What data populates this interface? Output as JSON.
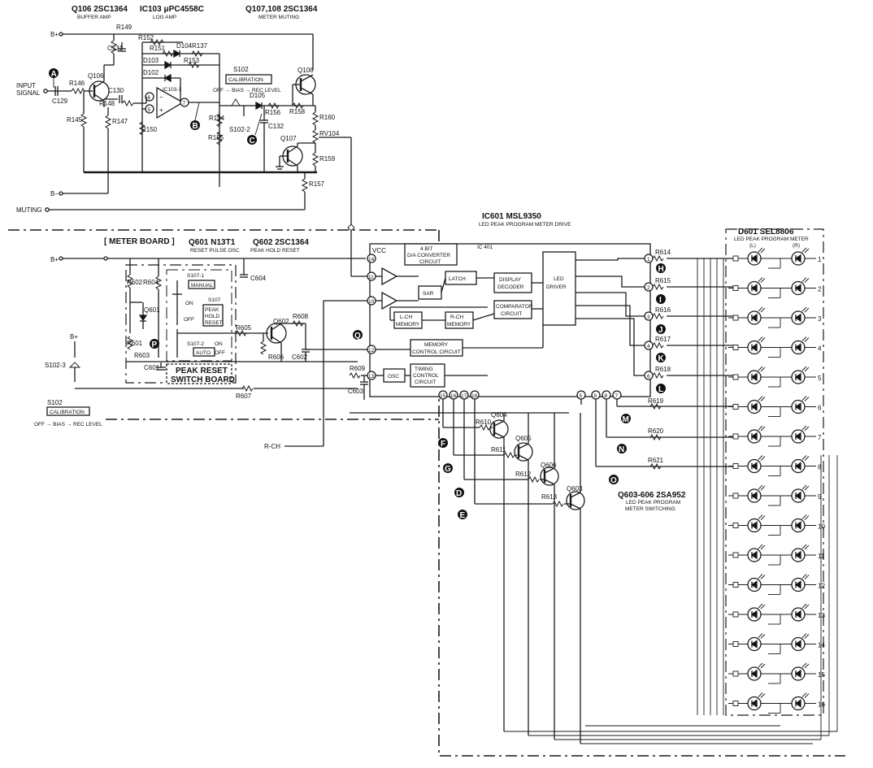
{
  "titles": {
    "q106": "Q106 2SC1364",
    "q106_sub": "BUFFER AMP",
    "ic103": "IC103 μPC4558C",
    "ic103_sub": "LOG AMP",
    "q107": "Q107,108 2SC1364",
    "q107_sub": "METER MUTING",
    "ic601": "IC601 MSL9350",
    "ic601_sub": "LED PEAK PROGRAM METER DRIVE",
    "ic401": "IC 401",
    "meter_board": "[ METER BOARD ]",
    "q601": "Q601 N13T1",
    "q601_sub": "RESET PULSE OSC",
    "q602": "Q602 2SC1364",
    "q602_sub": "PEAK HOLD RESET",
    "d601": "D601 SEL8806",
    "d601_sub": "LED PEAK PROGRAM METER",
    "q603": "Q603-606 2SA952",
    "q603_sub1": "LED PEAK PROGRAM",
    "q603_sub2": "METER SWITCHING",
    "peak_reset": "PEAK RESET",
    "switch_board": "SWITCH BOARD"
  },
  "labels": {
    "input": "INPUT",
    "signal": "SIGNAL",
    "muting": "MUTING",
    "bplus": "B+",
    "bminus": "B−",
    "rch": "R-CH",
    "vcc": "VCC",
    "calibration": "CALIBRATION",
    "cal_seq": "OFF → BIAS → REC LEVEL",
    "s102": "S102",
    "s102_2": "S102-2",
    "s102_3": "S102-3",
    "s107_1": "S107-1",
    "s107_2": "S107-2",
    "s107": "S107",
    "manual": "MANUAL",
    "auto": "AUTO",
    "on": "ON",
    "off": "OFF",
    "peak": "PEAK",
    "hold": "HOLD",
    "reset": "RESET",
    "left": "(L)",
    "right": "(R)"
  },
  "blocks": {
    "da1": "4 BIT",
    "da2": "D/A CONVERTER",
    "da3": "CIRCUIT",
    "latch": "LATCH",
    "sar": "SAR",
    "dd1": "DISPLAY",
    "dd2": "DECODER",
    "led1": "LED",
    "led2": "DRIVER",
    "cmp1": "COMPARATOR",
    "cmp2": "CIRCUIT",
    "lch1": "L-CH",
    "lch2": "MEMORY",
    "rch1": "R-CH",
    "rch2": "MEMORY",
    "mem1": "MEMORY",
    "mem2": "CONTROL CIRCUIT",
    "osc": "OSC",
    "tim1": "TIMING",
    "tim2": "CONTROL",
    "tim3": "CIRCUIT",
    "ic103_1": "IC103-1"
  },
  "parts": {
    "R149": "R149",
    "C131": "C131",
    "R152": "R152",
    "R151": "R151",
    "D104": "D104",
    "R137": "R137",
    "D103": "D103",
    "R153": "R153",
    "D102": "D102",
    "Q108": "Q108",
    "R146": "R146",
    "C129": "C129",
    "Q106": "Q106",
    "C130": "C130",
    "R148": "R148",
    "R145": "R145",
    "R147": "R147",
    "R150": "R150",
    "D105": "D105",
    "R156": "R156",
    "R158": "R158",
    "R154": "R154",
    "R155": "R155",
    "C132": "C132",
    "R160": "R160",
    "RV104": "RV104",
    "R159": "R159",
    "Q107": "Q107",
    "R157": "R157",
    "R602": "R602",
    "R604": "R604",
    "C604": "C604",
    "Q601": "Q601",
    "R601": "R601",
    "R603": "R603",
    "C601": "C601",
    "R605": "R605",
    "Q602": "Q602",
    "R608": "R608",
    "R606": "R606",
    "C602": "C602",
    "R607": "R607",
    "R609": "R609",
    "C603": "C603",
    "R614": "R614",
    "R615": "R615",
    "R616": "R616",
    "R617": "R617",
    "R618": "R618",
    "R619": "R619",
    "R620": "R620",
    "R621": "R621",
    "R610": "R610",
    "R611": "R611",
    "R612": "R612",
    "R613": "R613",
    "Q603": "Q603",
    "Q604": "Q604",
    "Q605": "Q605",
    "Q606": "Q606"
  },
  "pins": {
    "p14": "14",
    "p11": "11",
    "p10": "10",
    "p12": "12",
    "p13": "13",
    "p1": "1",
    "p2": "2",
    "p3": "3",
    "p4": "4",
    "p6": "6",
    "p5": "5",
    "p9": "9",
    "p8": "8",
    "p7": "7",
    "p15": "15",
    "p16": "16",
    "p17": "17",
    "p18": "18",
    "op6": "6",
    "op5": "5",
    "op7": "7"
  },
  "badges": {
    "A": "A",
    "B": "B",
    "C": "C",
    "H": "H",
    "I": "I",
    "J": "J",
    "K": "K",
    "L": "L",
    "Q": "Q",
    "P": "P",
    "M": "M",
    "N": "N",
    "O": "O",
    "F": "F",
    "G": "G",
    "D": "D",
    "E": "E"
  },
  "meter_steps": [
    "1",
    "2",
    "3",
    "4",
    "5",
    "6",
    "7",
    "8",
    "9",
    "10",
    "11",
    "12",
    "13",
    "14",
    "15",
    "16"
  ]
}
